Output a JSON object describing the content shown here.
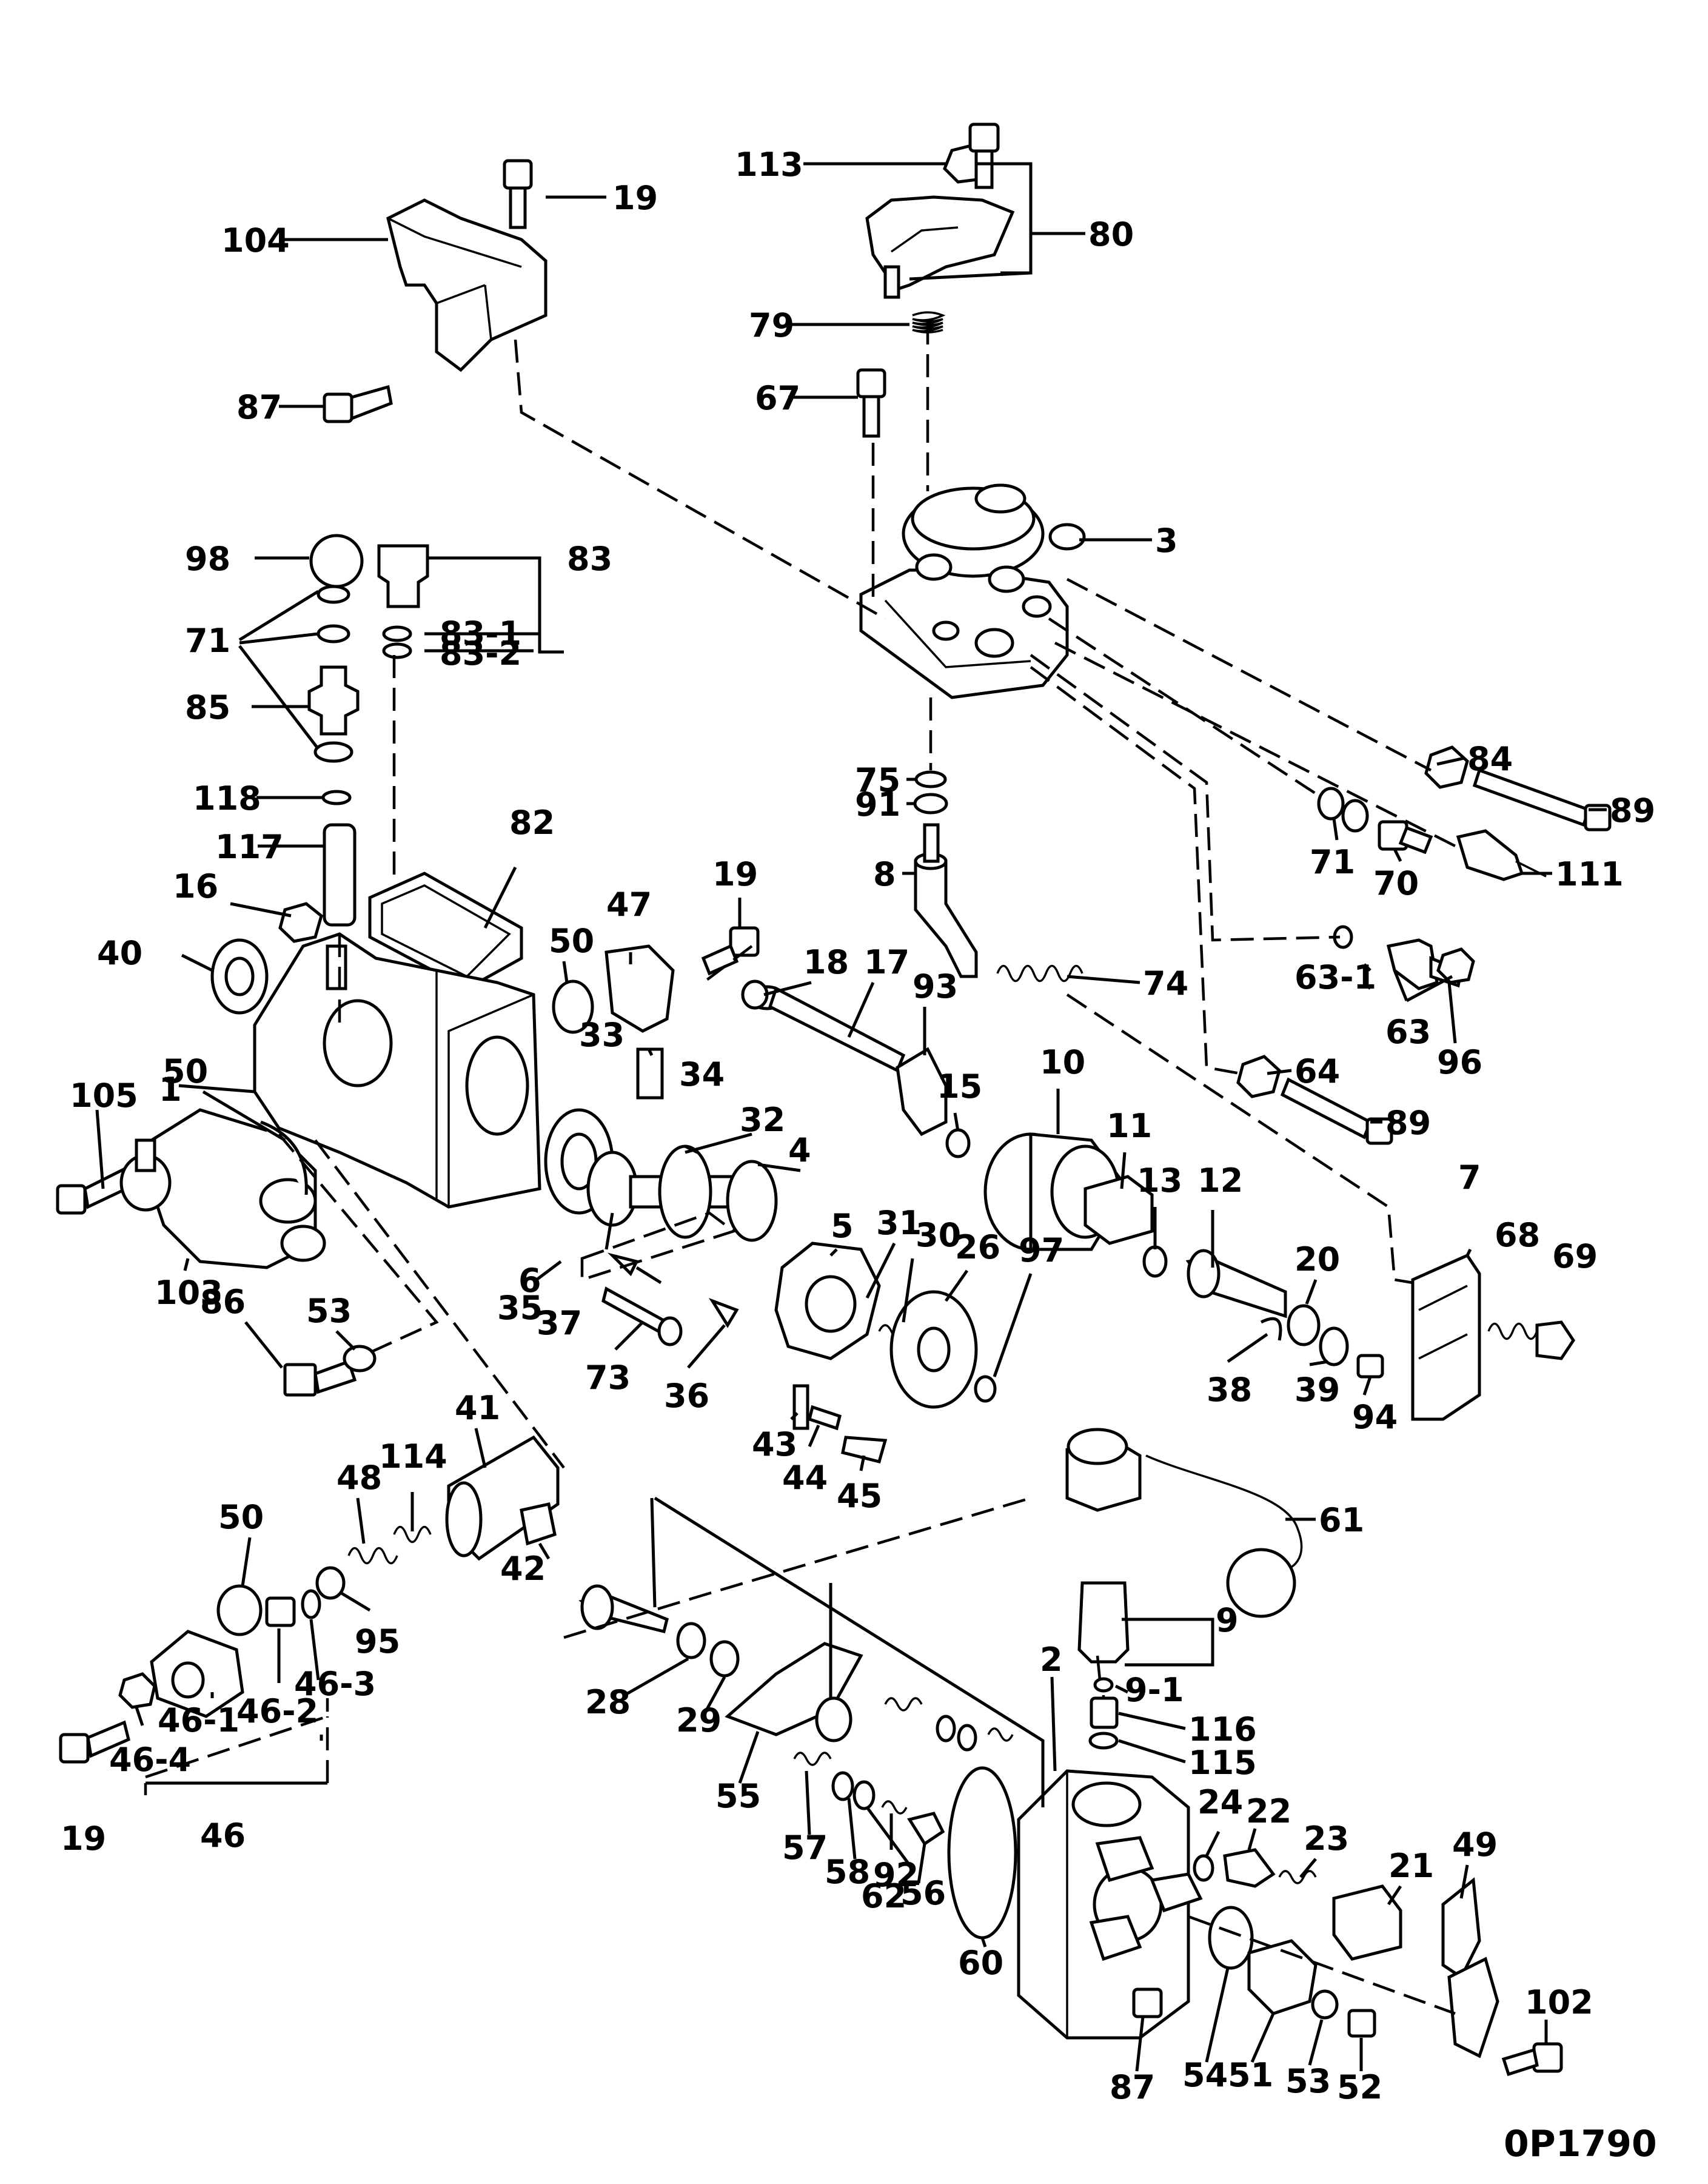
{
  "drawing_code": "0P1790",
  "callouts": {
    "c113": "113",
    "c80": "80",
    "c79": "79",
    "c67": "67",
    "c3": "3",
    "c104": "104",
    "c19a": "19",
    "c87a": "87",
    "c98": "98",
    "c83": "83",
    "c83_1": "83-1",
    "c83_2": "83-2",
    "c71a": "71",
    "c85": "85",
    "c118": "118",
    "c117": "117",
    "c82": "82",
    "c16": "16",
    "c40": "40",
    "c1": "1",
    "c50a": "50",
    "c47": "47",
    "c19b": "19",
    "c18": "18",
    "c17": "17",
    "c93": "93",
    "c75": "75",
    "c91": "91",
    "c8": "8",
    "c84": "84",
    "c89a": "89",
    "c111": "111",
    "c71b": "71",
    "c70": "70",
    "c74": "74",
    "c63_1": "63-1",
    "c63": "63",
    "c96": "96",
    "c64": "64",
    "c89b": "89",
    "c105": "105",
    "c50b": "50",
    "c103": "103",
    "c33": "33",
    "c34": "34",
    "c32": "32",
    "c4": "4",
    "c5": "5",
    "c15": "15",
    "c10": "10",
    "c11": "11",
    "c13": "13",
    "c12": "12",
    "c7": "7",
    "c68": "68",
    "c69": "69",
    "c6": "6",
    "c35": "35",
    "c37": "37",
    "c31": "31",
    "c30": "30",
    "c26": "26",
    "c97": "97",
    "c20": "20",
    "c38": "38",
    "c39": "39",
    "c94": "94",
    "c86": "86",
    "c53a": "53",
    "c73": "73",
    "c36": "36",
    "c43": "43",
    "c44": "44",
    "c45": "45",
    "c41": "41",
    "c48": "48",
    "c114": "114",
    "c50c": "50",
    "c42": "42",
    "c61": "61",
    "c95": "95",
    "c46_2": "46-2",
    "c46_3": "46-3",
    "c46_1": "46-1",
    "c46_4": "46-4",
    "c46": "46",
    "c19c": "19",
    "c9": "9",
    "c9_1": "9-1",
    "c116": "116",
    "c115": "115",
    "c28": "28",
    "c29": "29",
    "c55": "55",
    "c2": "2",
    "c24": "24",
    "c22": "22",
    "c23": "23",
    "c21": "21",
    "c49": "49",
    "c57": "57",
    "c58": "58",
    "c92": "92",
    "c62": "62",
    "c56": "56",
    "c60": "60",
    "c87b": "87",
    "c54": "54",
    "c51": "51",
    "c53b": "53",
    "c52": "52",
    "c102": "102"
  }
}
